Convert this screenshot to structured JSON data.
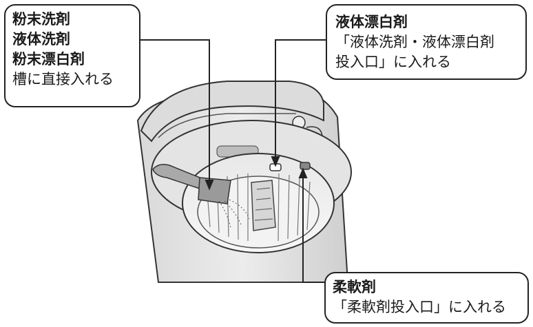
{
  "callouts": {
    "left": {
      "lines": [
        "粉末洗剤",
        "液体洗剤",
        "粉末漂白剤"
      ],
      "note": "槽に直接入れる"
    },
    "right": {
      "title": "液体漂白剤",
      "text_lines": [
        "「液体洗剤・液体漂白剤",
        "投入口」に入れる"
      ]
    },
    "bottom": {
      "title": "柔軟剤",
      "text": "「柔軟剤投入口」に入れる"
    }
  },
  "icons": {
    "machine": "washing-machine-illustration",
    "scoop": "detergent-scoop-icon"
  }
}
